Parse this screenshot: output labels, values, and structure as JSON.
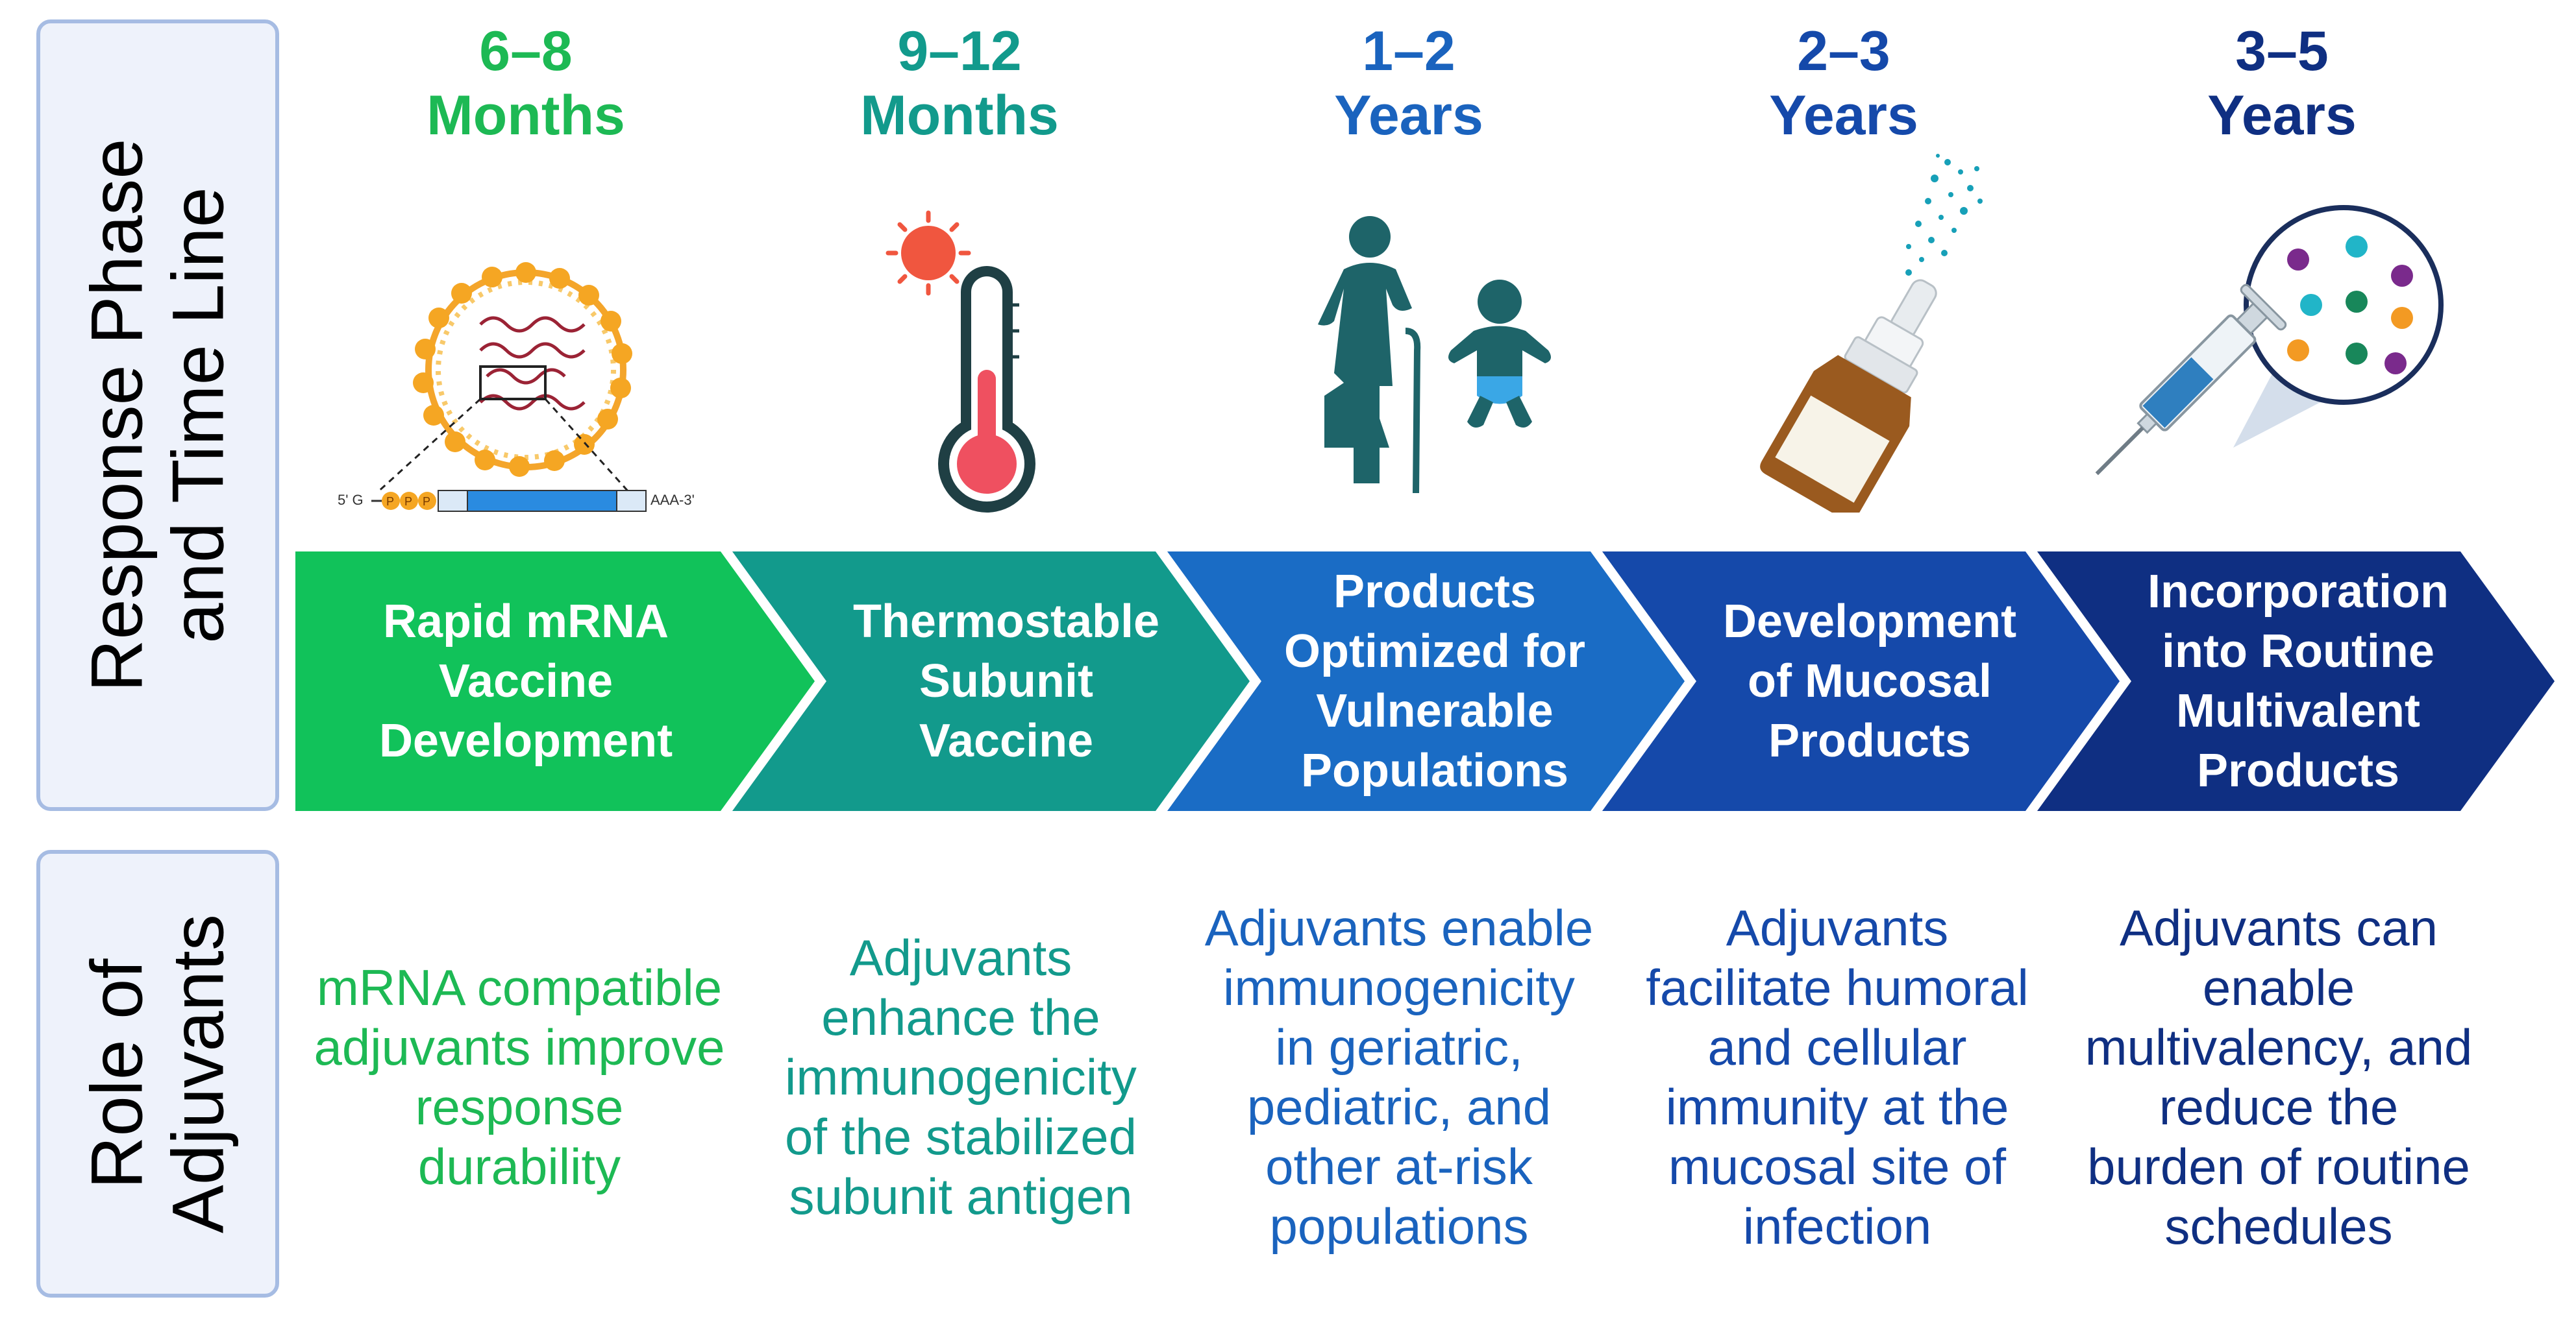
{
  "side_labels": {
    "top": "Response Phase and Time Line",
    "bottom": "Role of Adjuvants"
  },
  "colors": {
    "stage1": "#11c25a",
    "stage2": "#129a8c",
    "stage3": "#1a6cc5",
    "stage4": "#1549aa",
    "stage5": "#0f2f82",
    "label_fill": "#eef2fb",
    "label_border": "#a6bce3"
  },
  "stages": [
    {
      "period_line1": "6–8",
      "period_line2": "Months",
      "title": "Rapid mRNA Vaccine Development",
      "role": "mRNA compatible adjuvants improve response durability",
      "icon": "mrna-lipid-nanoparticle-icon",
      "period_color": "#1db954",
      "role_color": "#1db954"
    },
    {
      "period_line1": "9–12",
      "period_line2": "Months",
      "title": "Thermostable Subunit Vaccine",
      "role": "Adjuvants enhance the immunogenicity of the stabilized subunit antigen",
      "icon": "thermometer-sun-icon",
      "period_color": "#129a8c",
      "role_color": "#129a8c"
    },
    {
      "period_line1": "1–2",
      "period_line2": "Years",
      "title": "Products Optimized for Vulnerable Populations",
      "role": "Adjuvants enable immunogenicity in geriatric, pediatric, and other at-risk populations",
      "icon": "elderly-and-infant-icon",
      "period_color": "#1a63be",
      "role_color": "#1a63be"
    },
    {
      "period_line1": "2–3",
      "period_line2": "Years",
      "title": "Development of Mucosal Products",
      "role": "Adjuvants facilitate humoral and cellular immunity at the mucosal site of infection",
      "icon": "nasal-spray-icon",
      "period_color": "#1549aa",
      "role_color": "#1549aa"
    },
    {
      "period_line1": "3–5",
      "period_line2": "Years",
      "title": "Incorporation into Routine Multivalent Products",
      "role": "Adjuvants can enable multivalency, and reduce the burden of routine schedules",
      "icon": "syringe-multivalent-icon",
      "period_color": "#0f2f82",
      "role_color": "#0f2f82"
    }
  ],
  "mrna_labels": {
    "five_prime": "5' G",
    "three_prime": "AAA-3'",
    "cap": "P"
  }
}
